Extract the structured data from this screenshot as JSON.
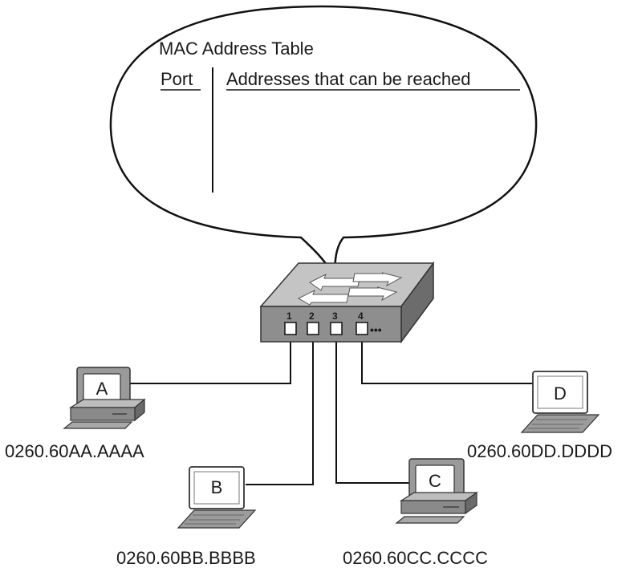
{
  "callout": {
    "title": "MAC Address Table",
    "col_port": "Port",
    "col_addresses": "Addresses that can be reached"
  },
  "switch": {
    "ports": [
      "1",
      "2",
      "3",
      "4"
    ],
    "more": "•••"
  },
  "hosts": [
    {
      "id": "A",
      "type": "desktop",
      "mac": "0260.60AA.AAAA",
      "port": "1"
    },
    {
      "id": "B",
      "type": "laptop",
      "mac": "0260.60BB.BBBB",
      "port": "2"
    },
    {
      "id": "C",
      "type": "desktop",
      "mac": "0260.60CC.CCCC",
      "port": "3"
    },
    {
      "id": "D",
      "type": "laptop",
      "mac": "0260.60DD.DDDD",
      "port": "4"
    }
  ]
}
